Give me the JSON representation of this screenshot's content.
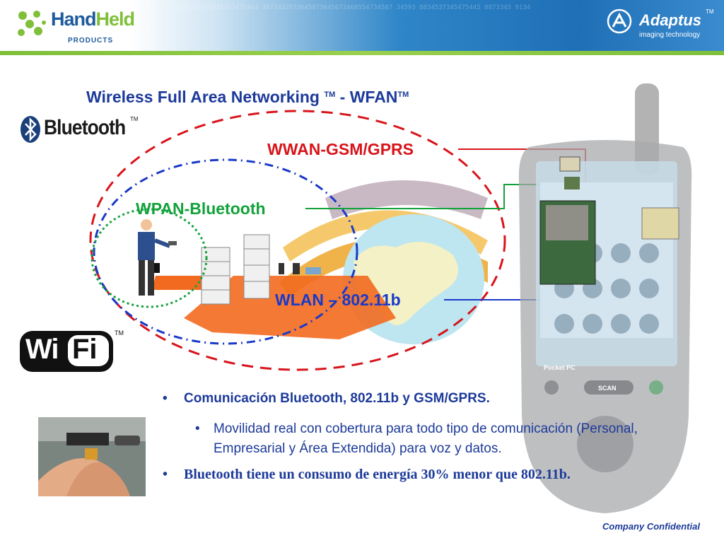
{
  "header": {
    "brand_hand": "Hand",
    "brand_held": "Held",
    "brand_sub": "PRODUCTS",
    "partner_name": "Adaptus",
    "partner_tagline": "imaging technology",
    "partner_tm": "TM",
    "bg_numbers": "4834596345798345453475443 4873452573645873645673468554734587 34593 8834537345475445 8873345 9134",
    "accent_green": "#7fbf3a",
    "accent_blue": "#1f6fb6"
  },
  "slide": {
    "title_main": "Wireless Full Area Networking",
    "title_tm": "TM",
    "title_suffix": "- WFAN",
    "bluetooth_logo_text": "Bluetooth",
    "bluetooth_tm": "TM",
    "wifi_logo_wi": "Wi",
    "wifi_logo_fi": "Fi",
    "wifi_tm": "TM"
  },
  "diagram": {
    "wwan_label": "WWAN-GSM/GPRS",
    "wpan_label": "WPAN-Bluetooth",
    "wlan_label": "WLAN – 802.11b",
    "wwan_color": "#d8141b",
    "wpan_color": "#12a23a",
    "wlan_color": "#1a39c8",
    "device_brand": "Pocket PC",
    "device_scan": "SCAN"
  },
  "bullets": {
    "item1": "Comunicación Bluetooth, 802.11b y GSM/GPRS.",
    "item1_sub": "Movilidad real con cobertura para todo tipo de comunicación (Personal, Empresarial y Área Extendida) para voz y datos.",
    "item2": "Bluetooth tiene un consumo de energía 30% menor que 802.11b."
  },
  "footer": {
    "confidential": "Company Confidential"
  }
}
